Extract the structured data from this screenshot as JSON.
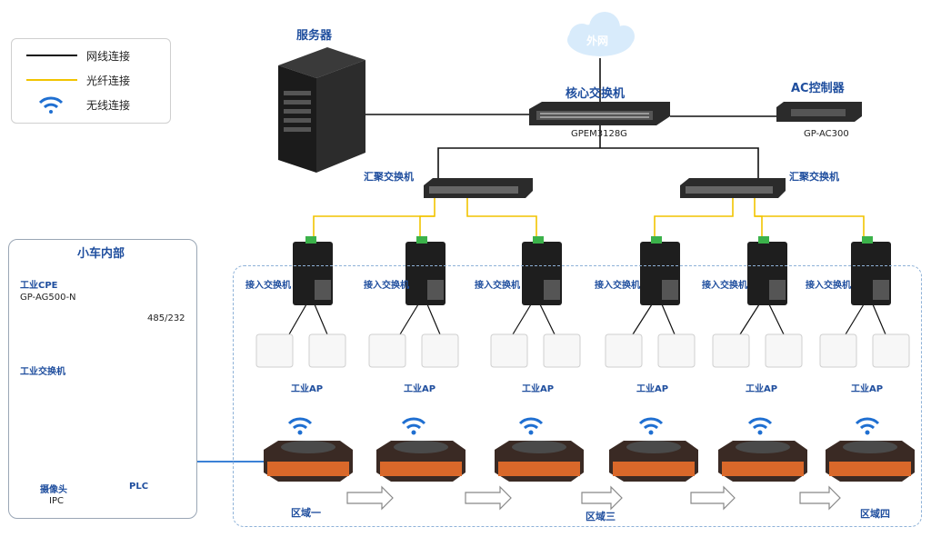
{
  "legend": {
    "items": [
      {
        "label": "网线连接",
        "type": "ethernet",
        "color": "#111111"
      },
      {
        "label": "光纤连接",
        "type": "fiber",
        "color": "#f2c400"
      },
      {
        "label": "无线连接",
        "type": "wireless",
        "color": "#1f6fd1"
      }
    ]
  },
  "internet": {
    "label": "外网"
  },
  "server": {
    "label": "服务器"
  },
  "core_switch": {
    "label": "核心交换机",
    "model": "GPEM3128G"
  },
  "ac_controller": {
    "label": "AC控制器",
    "model": "GP-AC300"
  },
  "aggregation": {
    "label": "汇聚交换机"
  },
  "access_switch": {
    "label": "接入交换机"
  },
  "industrial_ap": {
    "label": "工业AP"
  },
  "vehicle": {
    "title": "小车内部",
    "cpe_label": "工业CPE",
    "cpe_model": "GP-AG500-N",
    "rs_label": "485/232",
    "switch_label": "工业交换机",
    "camera_label": "摄像头",
    "camera_sub": "IPC",
    "plc_label": "PLC"
  },
  "zones": {
    "zone1": "区域一",
    "zone3": "区域三",
    "zone4": "区域四"
  },
  "colors": {
    "ethernet": "#111111",
    "fiber": "#f2c400",
    "wireless": "#1f6fd1",
    "label_blue": "#1f4e9e",
    "dashed_border": "#8fb2d8"
  }
}
